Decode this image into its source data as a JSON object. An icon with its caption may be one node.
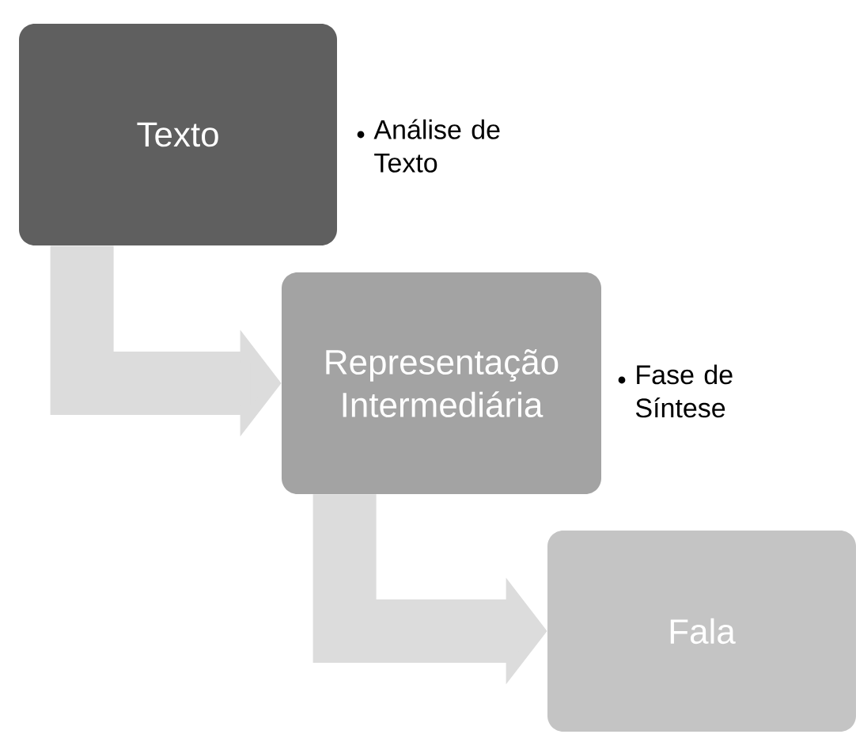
{
  "diagram": {
    "nodes": [
      {
        "text": [
          "Texto"
        ],
        "beside": [
          "Análise de Texto"
        ]
      },
      {
        "text": [
          "Representação Intermediária"
        ],
        "beside": [
          "Fase de Síntese"
        ]
      },
      {
        "text": [
          "Fala"
        ]
      }
    ],
    "edges": [
      {
        "from": 0,
        "to": 1,
        "arrow": "to"
      },
      {
        "from": 1,
        "to": 2,
        "arrow": "to"
      }
    ]
  }
}
